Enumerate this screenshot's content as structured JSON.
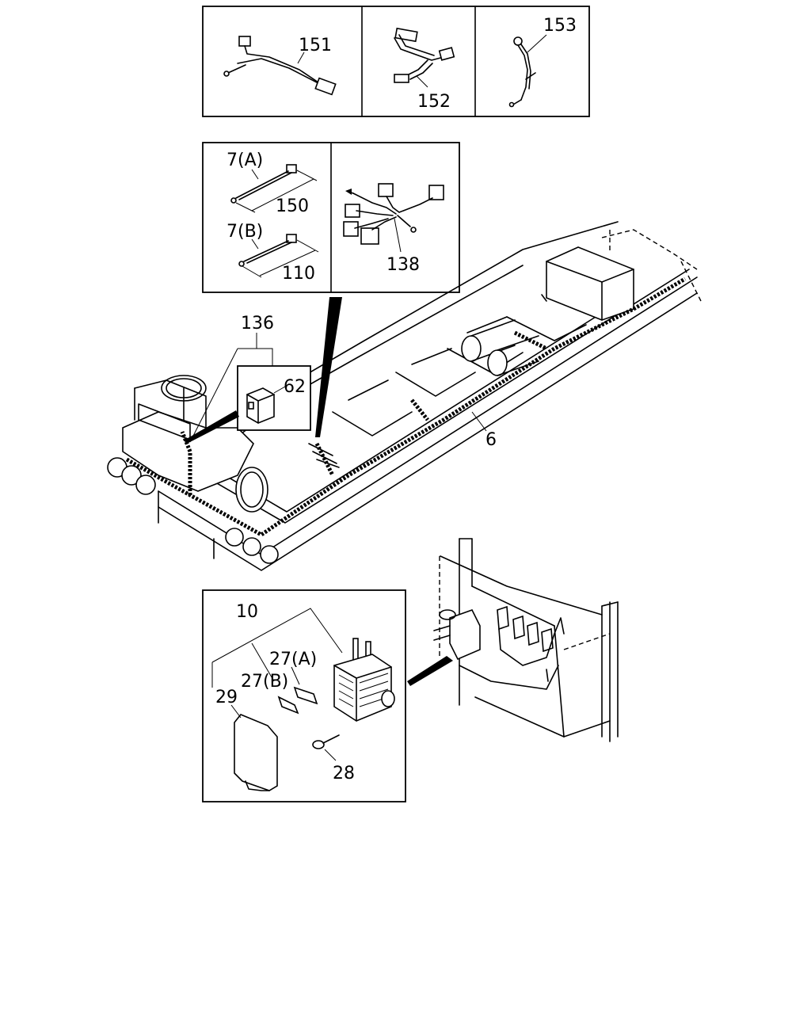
{
  "callouts": {
    "c151": "151",
    "c152": "152",
    "c153": "153",
    "c7a": "7(A)",
    "c150": "150",
    "c7b": "7(B)",
    "c110": "110",
    "c138": "138",
    "c136": "136",
    "c62": "62",
    "c6": "6",
    "c10": "10",
    "c27a": "27(A)",
    "c27b": "27(B)",
    "c29": "29",
    "c28": "28"
  }
}
